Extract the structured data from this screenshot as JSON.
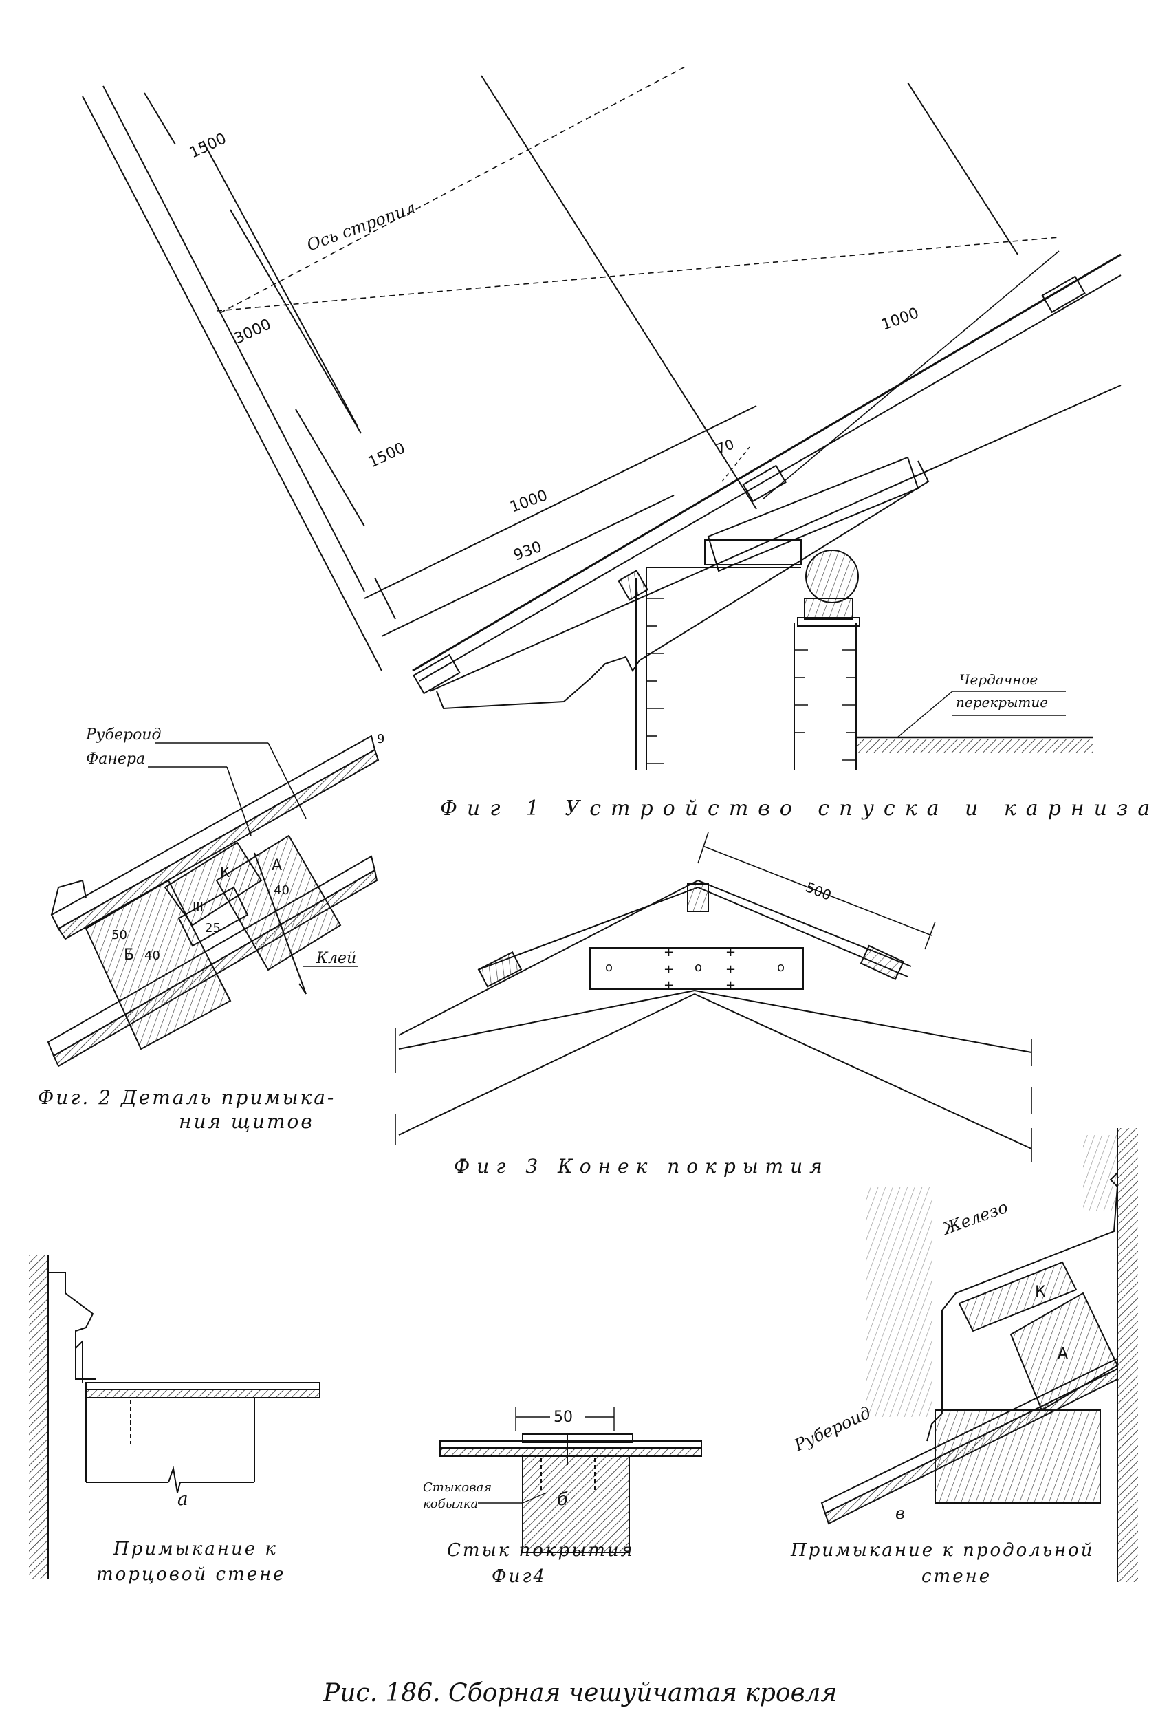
{
  "fig1": {
    "caption": "Фиг 1 Устройство спуска и карниза",
    "axis_label": "Ось стропил",
    "dims": [
      "1500",
      "3000",
      "1500",
      "1000",
      "930",
      "70",
      "1000"
    ],
    "attic_label_1": "Чердачное",
    "attic_label_2": "перекрытие"
  },
  "fig2": {
    "caption_1": "Фиг. 2 Деталь примыка-",
    "caption_2": "ния щитов",
    "label_ruberoid": "Рубероид",
    "label_fanera": "Фанера",
    "label_glue": "Клей",
    "label_9": "9",
    "dim_50": "50",
    "dim_40a": "40",
    "dim_25": "25",
    "dim_40b": "40",
    "letter_B": "Б",
    "letter_A": "А",
    "letter_K": "К",
    "letter_III": "III"
  },
  "fig3": {
    "caption": "Фиг 3 Конек покрытия",
    "dim_500": "500"
  },
  "fig4": {
    "a_letter": "а",
    "a_caption_1": "Примыкание к",
    "a_caption_2": "торцовой стене",
    "b_letter": "б",
    "b_dim": "50",
    "b_label_1": "Стыковая",
    "b_label_2": "кобылка",
    "b_caption_1": "Стык покрытия",
    "b_caption_2": "Фиг4",
    "v_letter": "в",
    "v_iron": "Железо",
    "v_ruberoid": "Рубероид",
    "v_K": "К",
    "v_A": "А",
    "v_caption_1": "Примыкание к продольной",
    "v_caption_2": "стене"
  },
  "figure_caption": "Рис. 186. Сборная чешуйчатая кровля"
}
